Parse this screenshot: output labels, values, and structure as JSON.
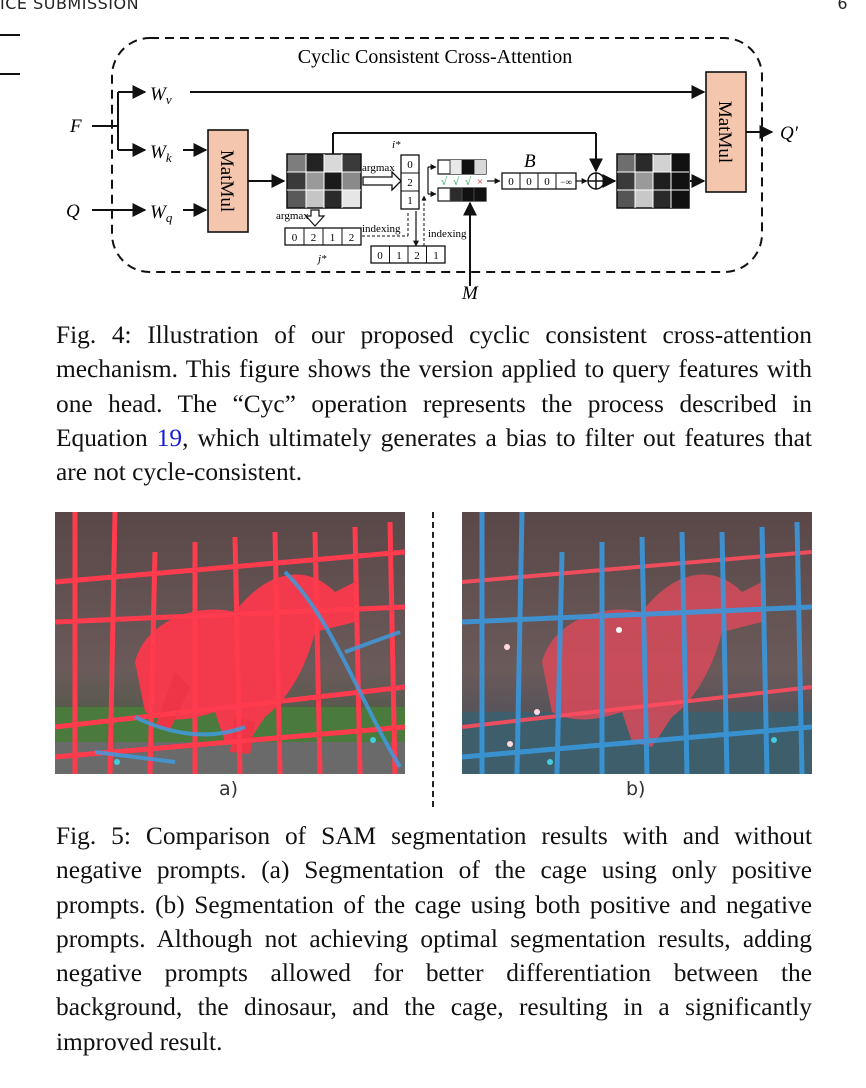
{
  "header": {
    "left_text": "ICE SUBMISSION",
    "page_number": "6"
  },
  "figure4": {
    "title": "Cyclic Consistent Cross-Attention",
    "input_f": "F",
    "input_q": "Q",
    "input_m": "M",
    "output": "Q′",
    "w_v": "W",
    "w_v_sub": "v",
    "w_k": "W",
    "w_k_sub": "k",
    "w_q": "W",
    "w_q_sub": "q",
    "matmul_left": "MatMul",
    "matmul_right": "MatMul",
    "argmax_row": "argmax",
    "argmax_col": "argmax",
    "indexing_1": "indexing",
    "indexing_2": "indexing",
    "i_star": "i*",
    "j_star": "j*",
    "bias_label": "B",
    "i_vector": [
      "0",
      "2",
      "1"
    ],
    "j_vector": [
      "0",
      "2",
      "1",
      "2"
    ],
    "index_vector": [
      "0",
      "1",
      "2",
      "1"
    ],
    "bias_vector": [
      "0",
      "0",
      "0",
      "−∞"
    ],
    "checks": [
      "√",
      "√",
      "√",
      "×"
    ],
    "check_colors": {
      "ok": "#19a34a",
      "fail": "#d62020"
    },
    "matmul_color": "#f5c6ae"
  },
  "fig4_caption": {
    "lead": "Fig. 4: Illustration of our proposed cyclic consistent cross-attention mechanism. This figure shows the version applied to query features with one head. The “Cyc” operation represents the process described in Equation ",
    "ref": "19",
    "tail": ", which ultimately generates a bias to filter out features that are not cycle-consistent."
  },
  "figure5": {
    "label_a": "a)",
    "label_b": "b)"
  },
  "fig5_caption": "Fig. 5: Comparison of SAM segmentation results with and without negative prompts. (a) Segmentation of the cage using only positive prompts. (b) Segmentation of the cage using both positive and negative prompts. Although not achieving optimal segmentation results, adding negative prompts allowed for better differentiation between the background, the dinosaur, and the cage, resulting in a significantly improved result."
}
